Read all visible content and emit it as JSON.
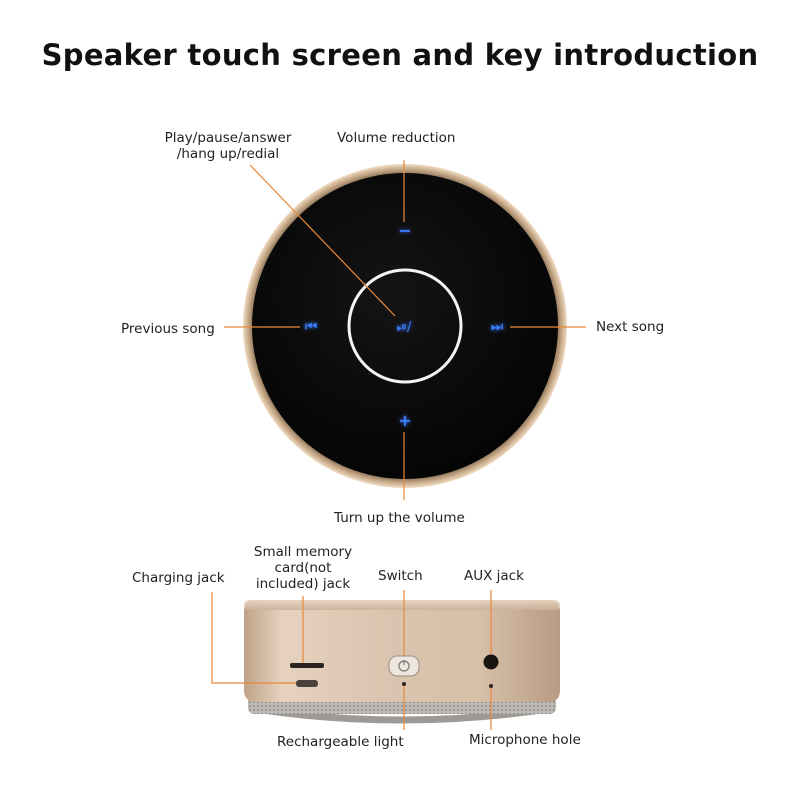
{
  "title": "Speaker touch screen and key introduction",
  "top_view": {
    "labels": {
      "play": [
        "Play/pause/answer",
        "/hang up/redial"
      ],
      "volume_reduction": "Volume reduction",
      "previous_song": "Previous song",
      "next_song": "Next song",
      "turn_up_volume": "Turn up the volume"
    },
    "keys": {
      "minus": "−",
      "plus": "+",
      "previous": "⏮",
      "next": "⏭",
      "play": "⏯/"
    },
    "key_color": "#3a7bff",
    "leader_color": "#e8893a"
  },
  "side_view": {
    "labels": {
      "charging_jack": "Charging jack",
      "memory_card": [
        "Small memory",
        "card(not",
        "included) jack"
      ],
      "switch": "Switch",
      "aux_jack": "AUX jack",
      "rechargeable_light": "Rechargeable light",
      "microphone_hole": "Microphone hole"
    },
    "body_color": "#d9c2ac"
  }
}
